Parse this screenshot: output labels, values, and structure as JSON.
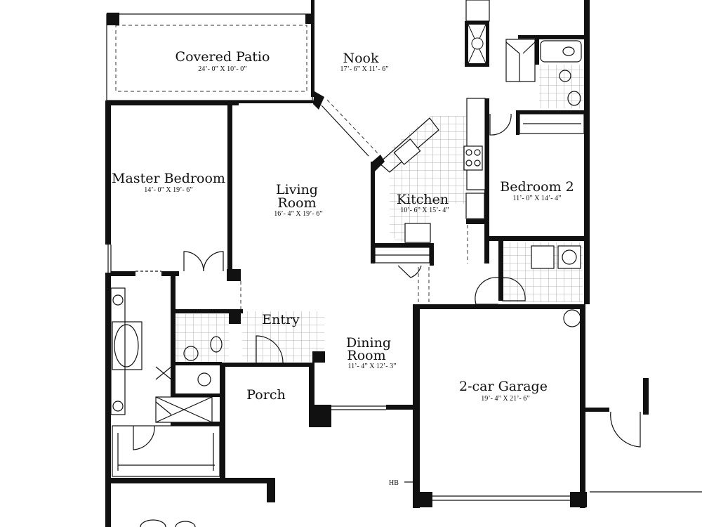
{
  "rooms": {
    "covered_patio": {
      "name": "Covered Patio",
      "dims": "24’- 0” X 10’- 0”"
    },
    "nook": {
      "name": "Nook",
      "dims": "17’- 6” X 11’- 6”"
    },
    "master_bedroom": {
      "name": "Master Bedroom",
      "dims": "14’- 0” X 19’- 6”"
    },
    "living_room": {
      "name_line1": "Living",
      "name_line2": "Room",
      "dims": "16’- 4” X 19’- 6”"
    },
    "kitchen": {
      "name": "Kitchen",
      "dims": "10’- 6” X 15’- 4”"
    },
    "bedroom_2": {
      "name": "Bedroom 2",
      "dims": "11’- 0” X 14’- 4”"
    },
    "entry": {
      "name": "Entry"
    },
    "dining_room": {
      "name_line1": "Dining",
      "name_line2": "Room",
      "dims": "11’- 4” X 12’- 3”"
    },
    "porch": {
      "name": "Porch"
    },
    "garage": {
      "name": "2-car Garage",
      "dims": "19’- 4” X 21’- 6”"
    }
  },
  "annotations": {
    "hose_bib": "HB"
  }
}
